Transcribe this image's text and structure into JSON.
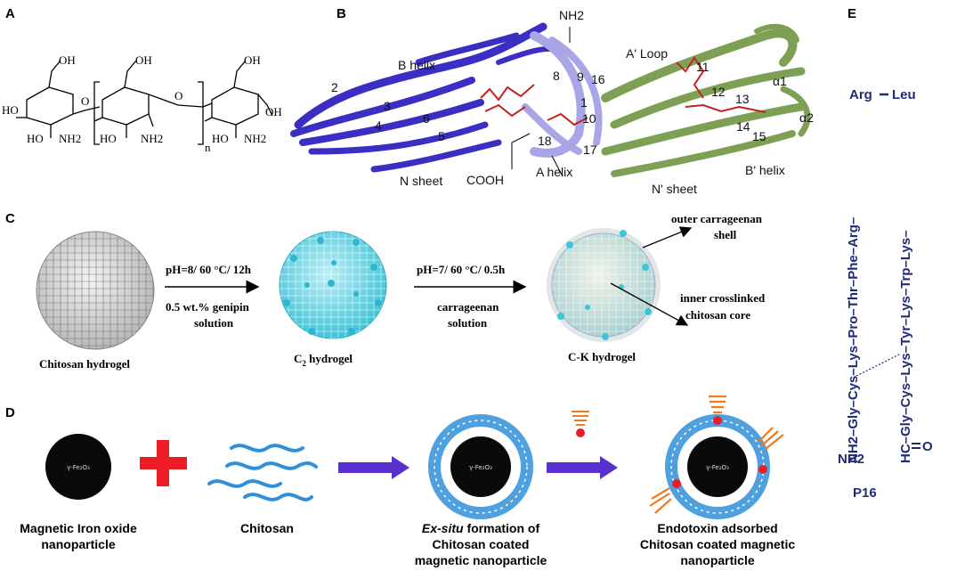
{
  "panels": {
    "A": {
      "label": "A",
      "subscript_n": "n",
      "atoms": {
        "oh": "OH",
        "ho": "HO",
        "o": "O",
        "nh2": "NH2"
      }
    },
    "B": {
      "label": "B",
      "labels": {
        "b_helix": "B helix",
        "nh2": "NH2",
        "a_loop": "A' Loop",
        "alpha1": "α1",
        "alpha2": "α2",
        "cooh": "COOH",
        "a_helix": "A helix",
        "n_sheet": "N sheet",
        "n_prime_sheet": "N' sheet",
        "b_prime_helix": "B' helix"
      },
      "numbers": [
        "1",
        "2",
        "3",
        "4",
        "5",
        "6",
        "8",
        "9",
        "10",
        "11",
        "12",
        "13",
        "14",
        "15",
        "16",
        "17",
        "18"
      ],
      "colors": {
        "n_domain": "#3a2ec4",
        "middle": "#a9a6e8",
        "c_domain": "#7da054",
        "ligand": "#c0231f"
      }
    },
    "C": {
      "label": "C",
      "step1_condition": "pH=8/ 60 °C/ 12h",
      "step1_reagent_line1": "0.5 wt.% genipin",
      "step1_reagent_line2": "solution",
      "step2_condition": "pH=7/ 60 °C/ 0.5h",
      "step2_reagent_line1": "carrageenan",
      "step2_reagent_line2": "solution",
      "sphere1_caption": "Chitosan hydrogel",
      "sphere2_caption_main": "C",
      "sphere2_caption_sub": "2",
      "sphere2_caption_rest": " hydrogel",
      "sphere3_caption": "C-K hydrogel",
      "outer_line1": "outer carrageenan",
      "outer_line2": "shell",
      "inner_line1": "inner crosslinked",
      "inner_line2": "chitosan core",
      "colors": {
        "cyan": "#3fc4d8",
        "grey": "#9a9a9a"
      }
    },
    "D": {
      "label": "D",
      "particle_text": "γ-Fe₂O₃",
      "cap1_line1": "Magnetic Iron oxide",
      "cap1_line2": "nanoparticle",
      "cap2": "Chitosan",
      "cap3_line1_italic": "Ex-situ",
      "cap3_line1_rest": " formation of",
      "cap3_line2": "Chitosan coated",
      "cap3_line3": "magnetic nanoparticle",
      "cap4_line1": "Endotoxin adsorbed",
      "cap4_line2": "Chitosan coated magnetic",
      "cap4_line3": "nanoparticle",
      "colors": {
        "blue": "#2f8fd8",
        "arrow": "#5a2fd0",
        "red": "#ee1c24",
        "orange": "#f07a1e"
      }
    },
    "E": {
      "label": "E",
      "top_left": "Arg",
      "top_right": "Leu",
      "left_chain": "NH2–Gly–Cys–Lys–Pro–Thr–Phe–Arg–",
      "right_chain": "HC–Gly–Cys–Lys–Tyr–Lys–Trp–Lys–",
      "nh2": "NH2",
      "carbonyl_o": "O",
      "title": "P16",
      "color": "#1f2a78"
    }
  }
}
